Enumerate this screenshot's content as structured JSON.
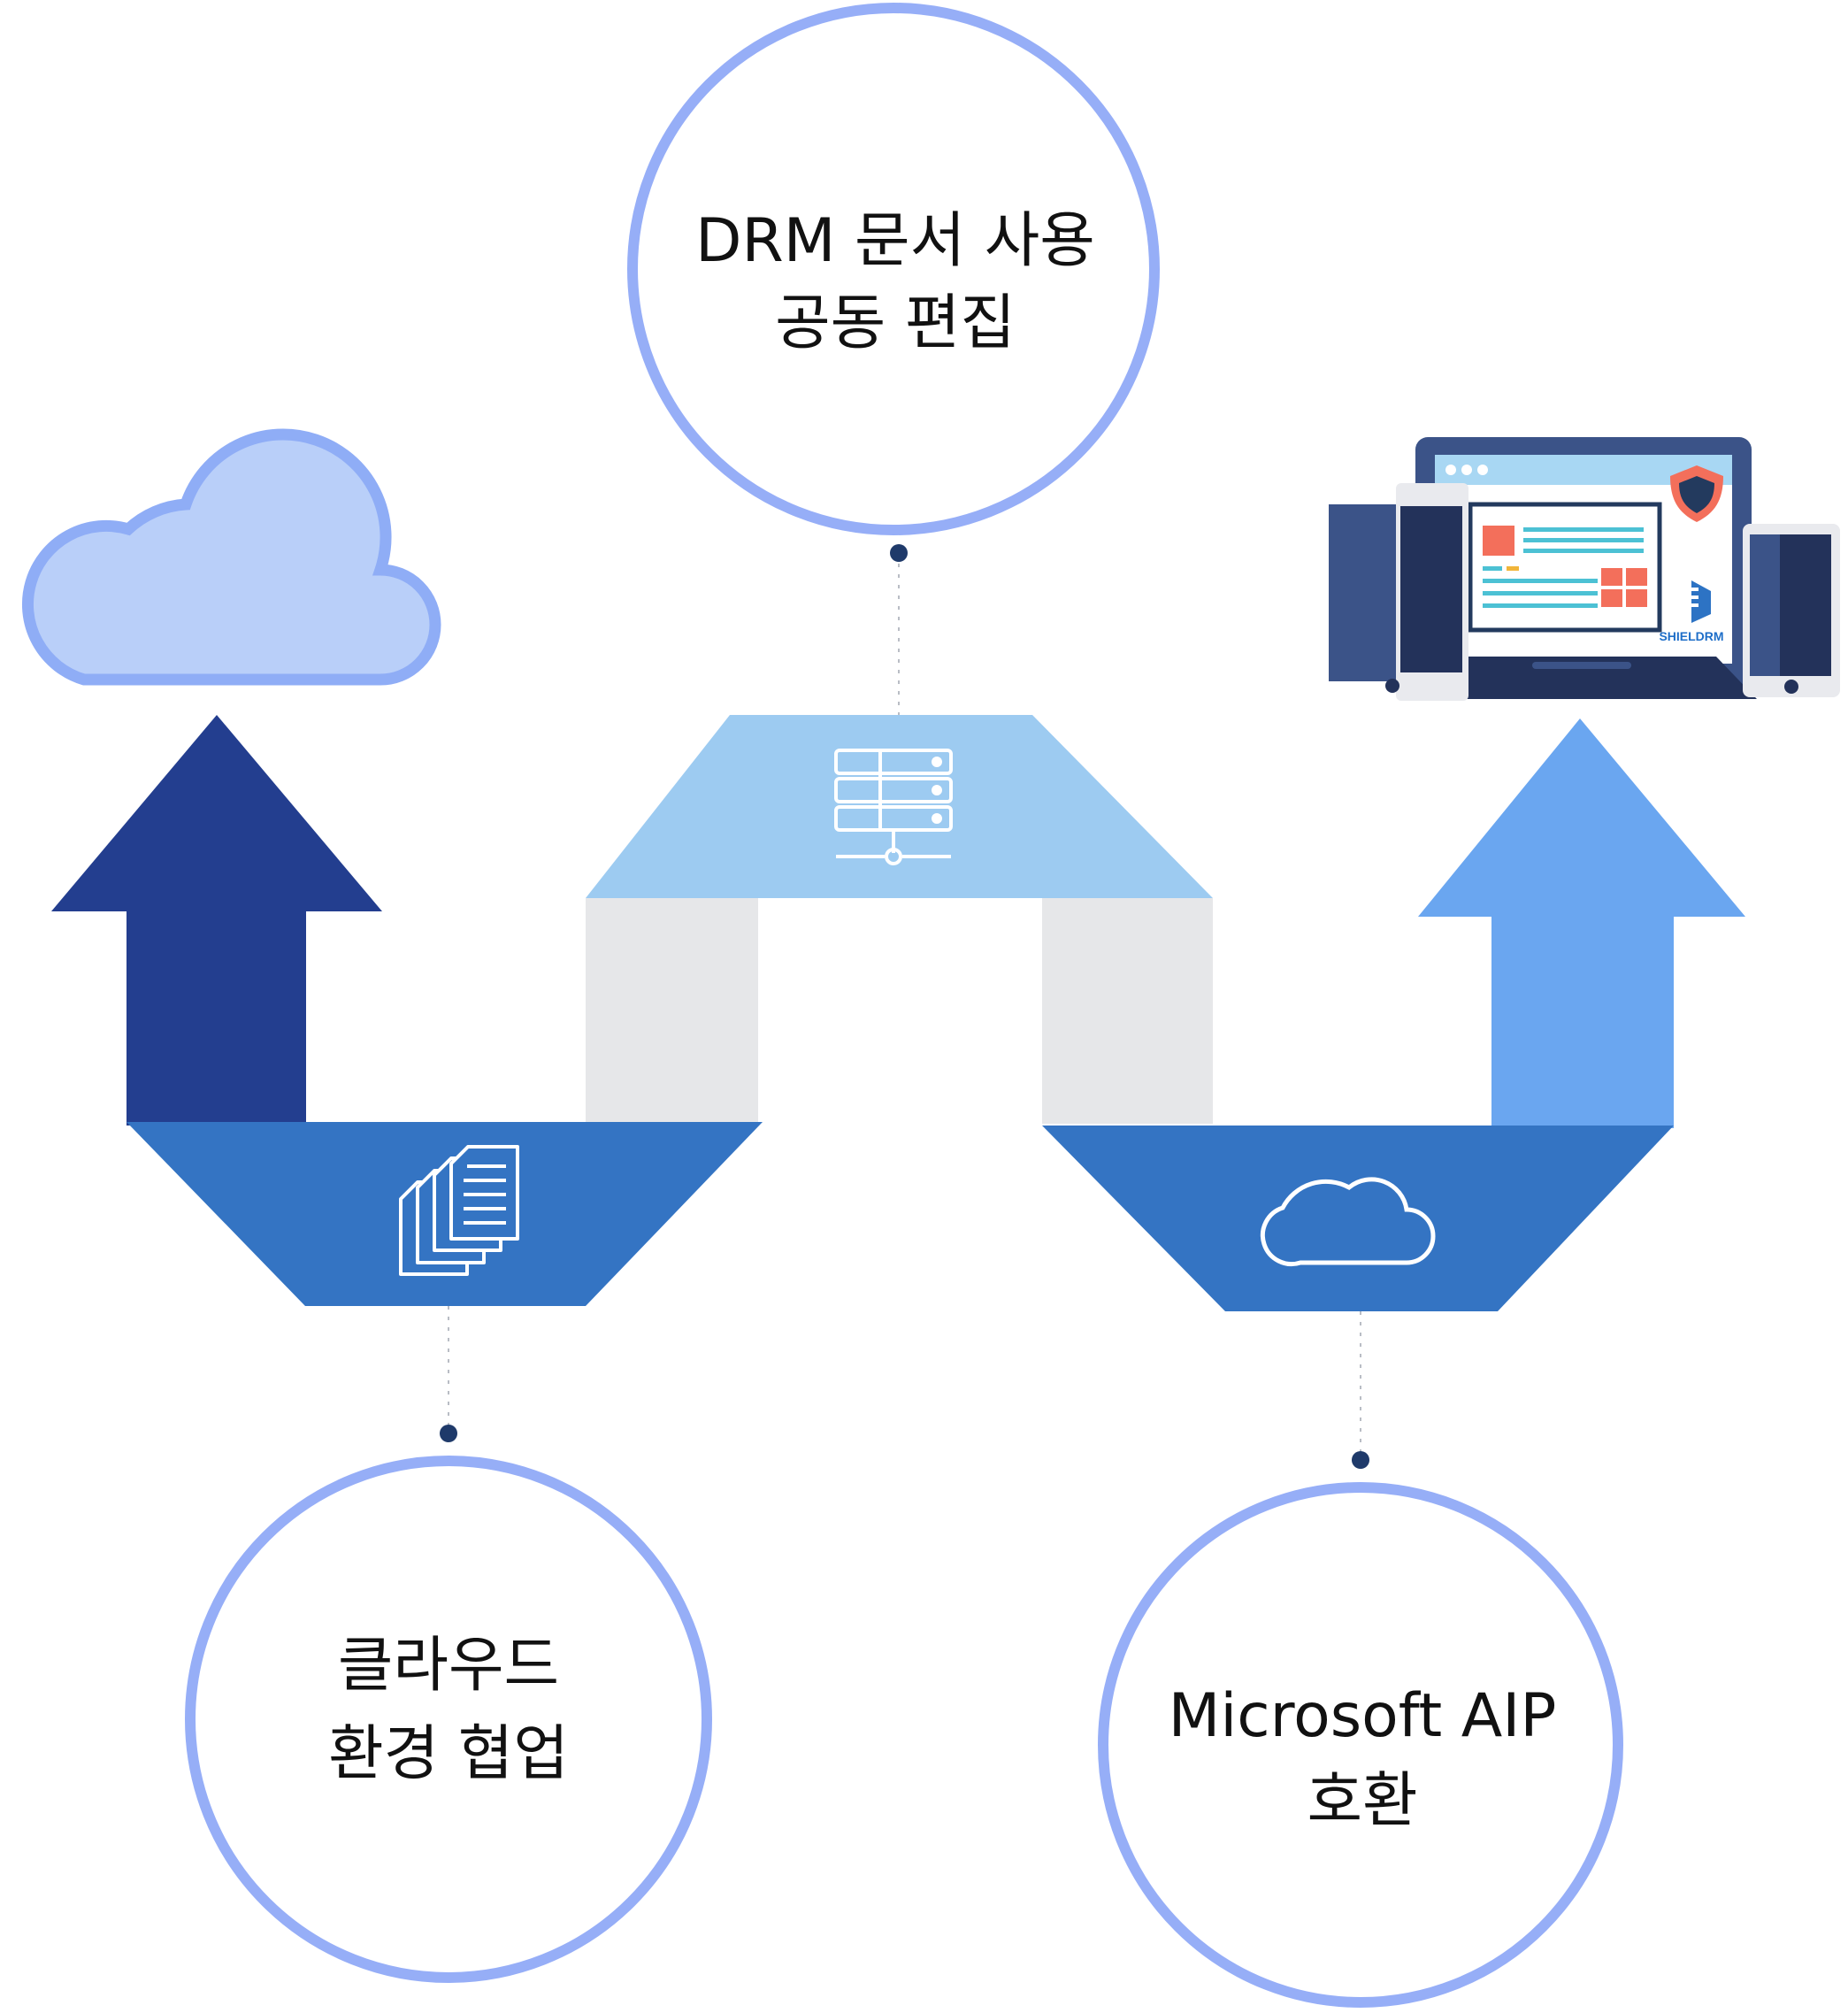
{
  "circles": {
    "top": {
      "line1": "DRM 문서 사용",
      "line2": "공동 편집"
    },
    "bottom_left": {
      "line1": "클라우드",
      "line2": "환경 협업"
    },
    "bottom_right": {
      "line1": "Microsoft AIP",
      "line2": "호환"
    }
  },
  "device_illustration": {
    "brand_text": "SHIELDRM"
  },
  "icons": {
    "top_band": "server-icon",
    "left_band": "documents-icon",
    "right_band": "cloud-outline-icon",
    "top_left": "cloud-icon",
    "top_right": "devices-icon"
  },
  "colors": {
    "circle_stroke": "#96aef7",
    "left_arrow": "#233e8f",
    "right_arrow": "#6aa6f0",
    "top_band": "#9dcbf1",
    "bottom_bands": "#3474c3",
    "gray_columns": "#e6e7e9",
    "connector_dot": "#1f3a6a"
  }
}
